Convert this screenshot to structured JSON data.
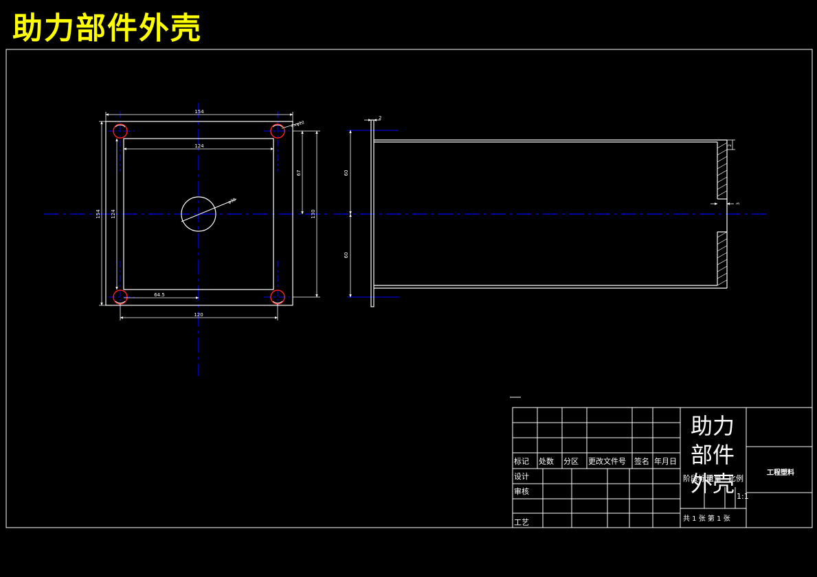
{
  "sheet": {
    "title": "助力部件外壳"
  },
  "front_view": {
    "dims": {
      "overall_width": "154",
      "inner_width": "124",
      "hole_spacing": "120",
      "half_hole_spacing": "64.5",
      "overall_height": "154",
      "inner_height": "124",
      "right_height": "130",
      "right_half": "67",
      "hole_callout": "4×φ12",
      "center_hole": "φ30"
    }
  },
  "side_view": {
    "dims": {
      "flange_thickness": "2",
      "upper_half": "60",
      "lower_half": "60",
      "end_wall": "2",
      "center_gap": "3"
    }
  },
  "title_block": {
    "part_name": [
      "助力",
      "部件",
      "外壳"
    ],
    "material": "工程塑料",
    "row_labels": {
      "mark": "标记",
      "count": "处数",
      "zone": "分区",
      "doc_no": "更改文件号",
      "sign": "签名",
      "date": "年月日"
    },
    "design": "设计",
    "review": "审核",
    "process": "工艺",
    "stage_mark": "阶段标记",
    "weight": "重量",
    "scale_label": "比例",
    "scale_value": "1:1",
    "sheets": "共 1 张  第 1 张"
  }
}
